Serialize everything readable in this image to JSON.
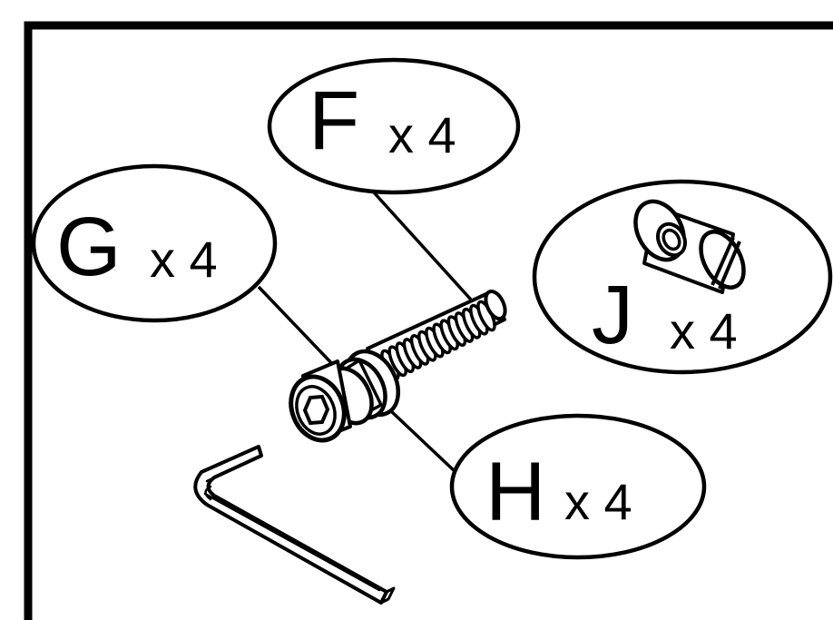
{
  "parts": [
    {
      "letter": "F",
      "quantity": "x 4"
    },
    {
      "letter": "G",
      "quantity": "x 4"
    },
    {
      "letter": "J",
      "quantity": "x 4"
    },
    {
      "letter": "H",
      "quantity": "x 4"
    }
  ],
  "colors": {
    "ink": "#000000",
    "paper": "#ffffff"
  },
  "icons": [
    "hex-key-icon",
    "bolt-icon",
    "washer-icon",
    "barrel-nut-icon"
  ]
}
